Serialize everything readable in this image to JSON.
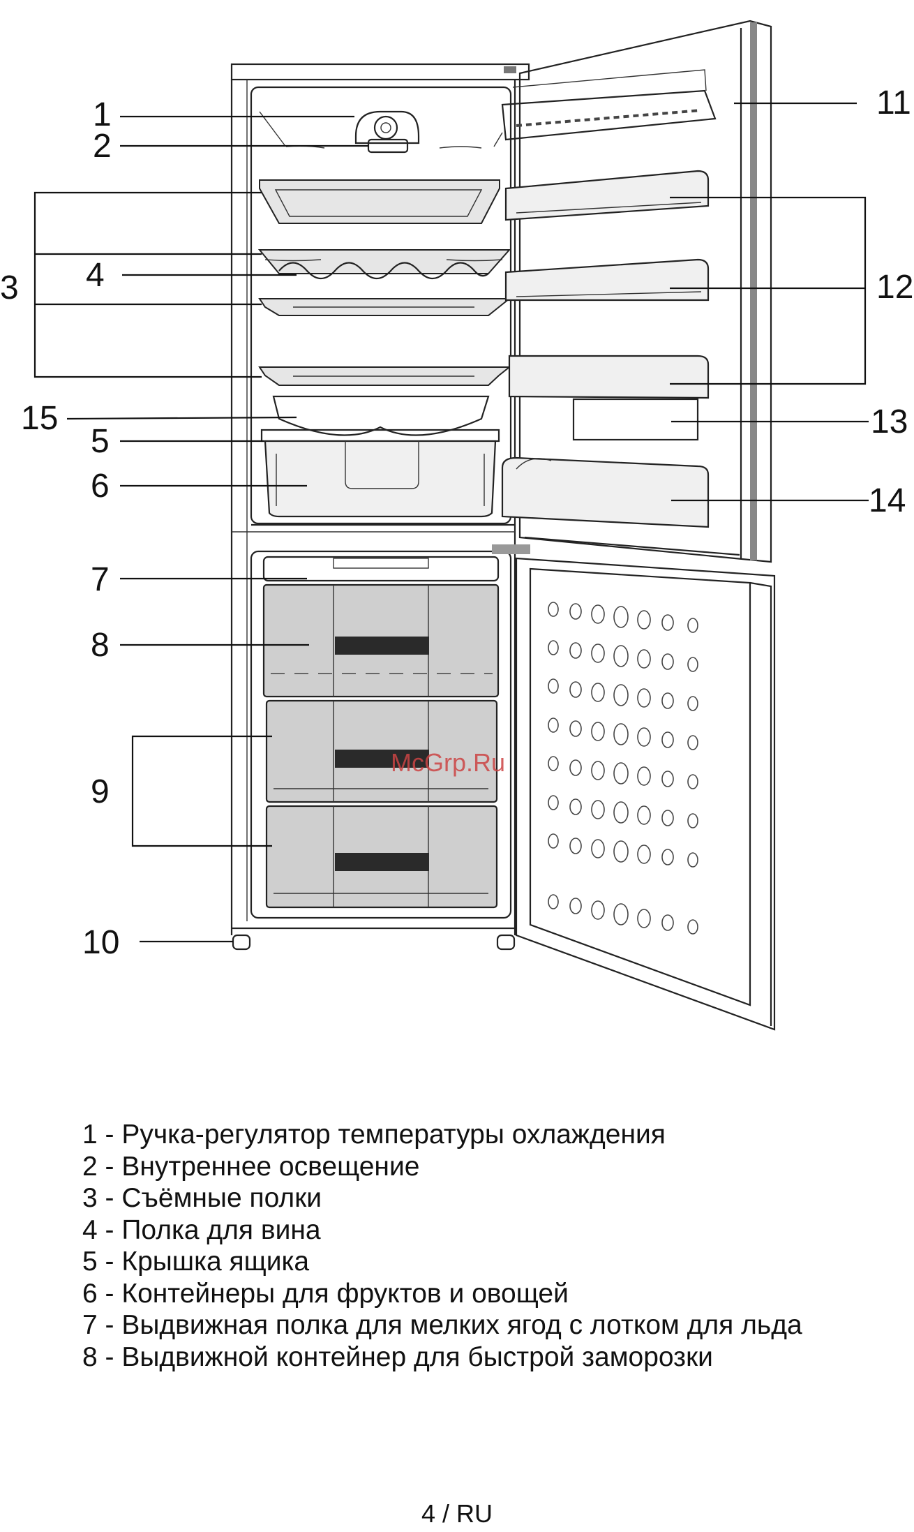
{
  "callouts": [
    "1",
    "2",
    "3",
    "4",
    "15",
    "5",
    "6",
    "7",
    "8",
    "9",
    "10",
    "11",
    "12",
    "13",
    "14"
  ],
  "legend": [
    "1 - Ручка-регулятор температуры охлаждения",
    "2 - Внутреннее освещение",
    "3 - Съёмные полки",
    "4 - Полка для вина",
    "5 - Крышка ящика",
    "6 - Контейнеры для фруктов и овощей",
    "7 - Выдвижная полка для мелких ягод с лотком для льда",
    "8 - Выдвижной контейнер для быстрой заморозки"
  ],
  "watermark": "McGrp.Ru",
  "page_number": "4 / RU"
}
